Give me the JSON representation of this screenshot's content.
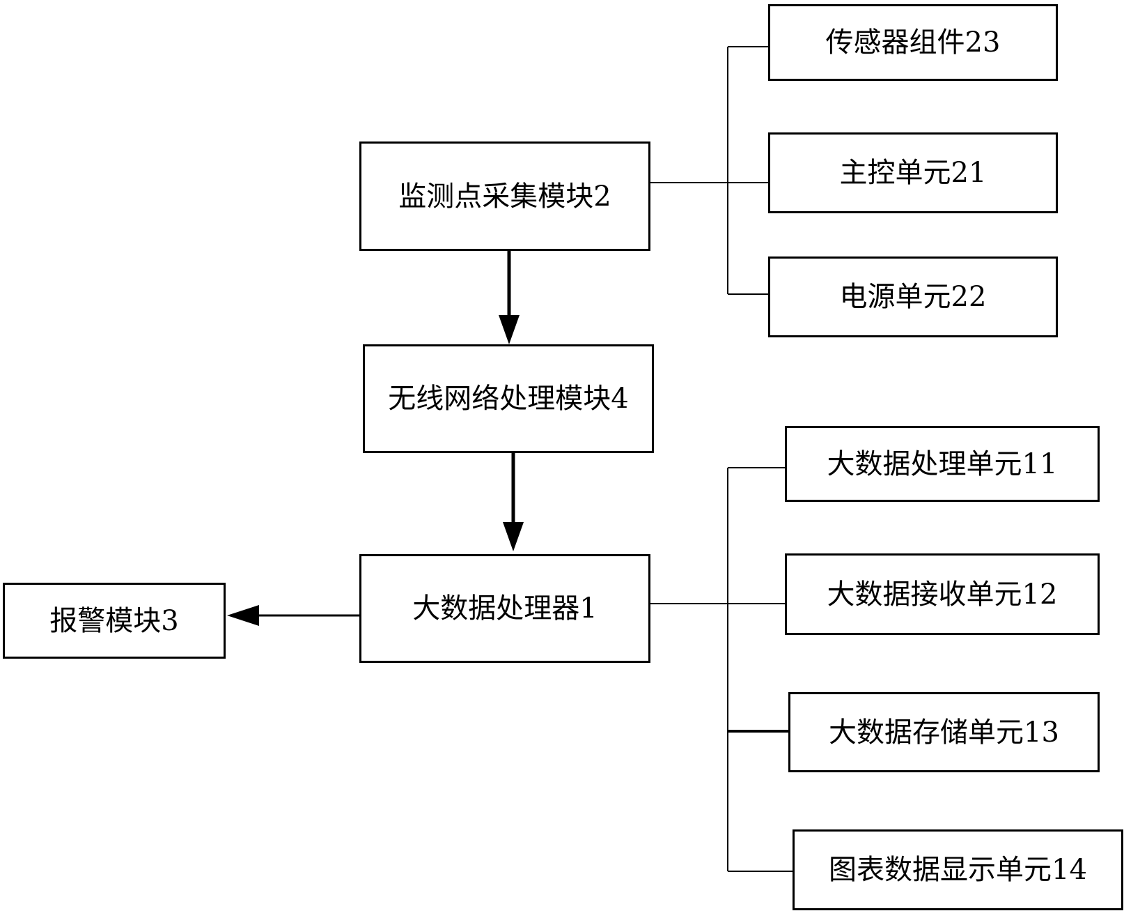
{
  "diagram": {
    "nodes": {
      "monitor": {
        "label": "监测点采集模块2"
      },
      "wireless": {
        "label": "无线网络处理模块4"
      },
      "bigdata": {
        "label": "大数据处理器1"
      },
      "alarm": {
        "label": "报警模块3"
      },
      "sensor": {
        "label": "传感器组件23"
      },
      "master": {
        "label": "主控单元21"
      },
      "power": {
        "label": "电源单元22"
      },
      "u11": {
        "label": "大数据处理单元11"
      },
      "u12": {
        "label": "大数据接收单元12"
      },
      "u13": {
        "label": "大数据存储单元13"
      },
      "u14": {
        "label": "图表数据显示单元14"
      }
    },
    "edges": [
      {
        "from": "monitor",
        "to": "wireless",
        "type": "arrow"
      },
      {
        "from": "wireless",
        "to": "bigdata",
        "type": "arrow"
      },
      {
        "from": "bigdata",
        "to": "alarm",
        "type": "arrow"
      },
      {
        "from": "monitor",
        "to": [
          "sensor",
          "master",
          "power"
        ],
        "type": "bracket-line"
      },
      {
        "from": "bigdata",
        "to": [
          "u11",
          "u12",
          "u13",
          "u14"
        ],
        "type": "bracket-line"
      }
    ]
  }
}
